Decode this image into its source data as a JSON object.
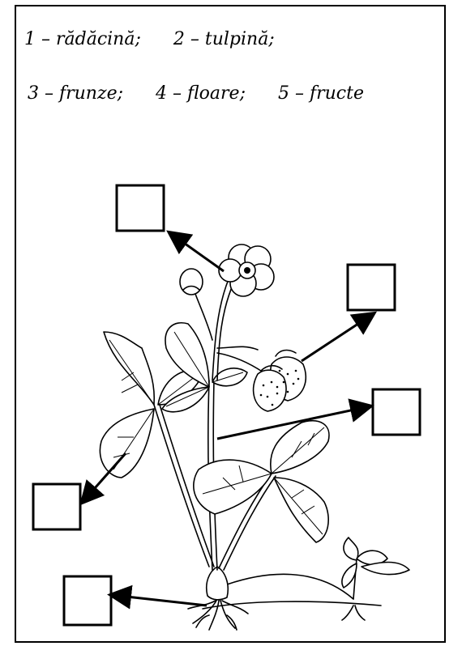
{
  "legend": {
    "row1": [
      "1 – rădăcină;",
      "2 – tulpină;"
    ],
    "row2": [
      "3 – frunze;",
      "4 – floare;",
      "5 – fructe"
    ]
  },
  "answer_boxes": [
    "",
    "",
    "",
    "",
    ""
  ],
  "illustration": {
    "subject": "strawberry-plant",
    "line_color": "#000000",
    "background": "#ffffff"
  }
}
